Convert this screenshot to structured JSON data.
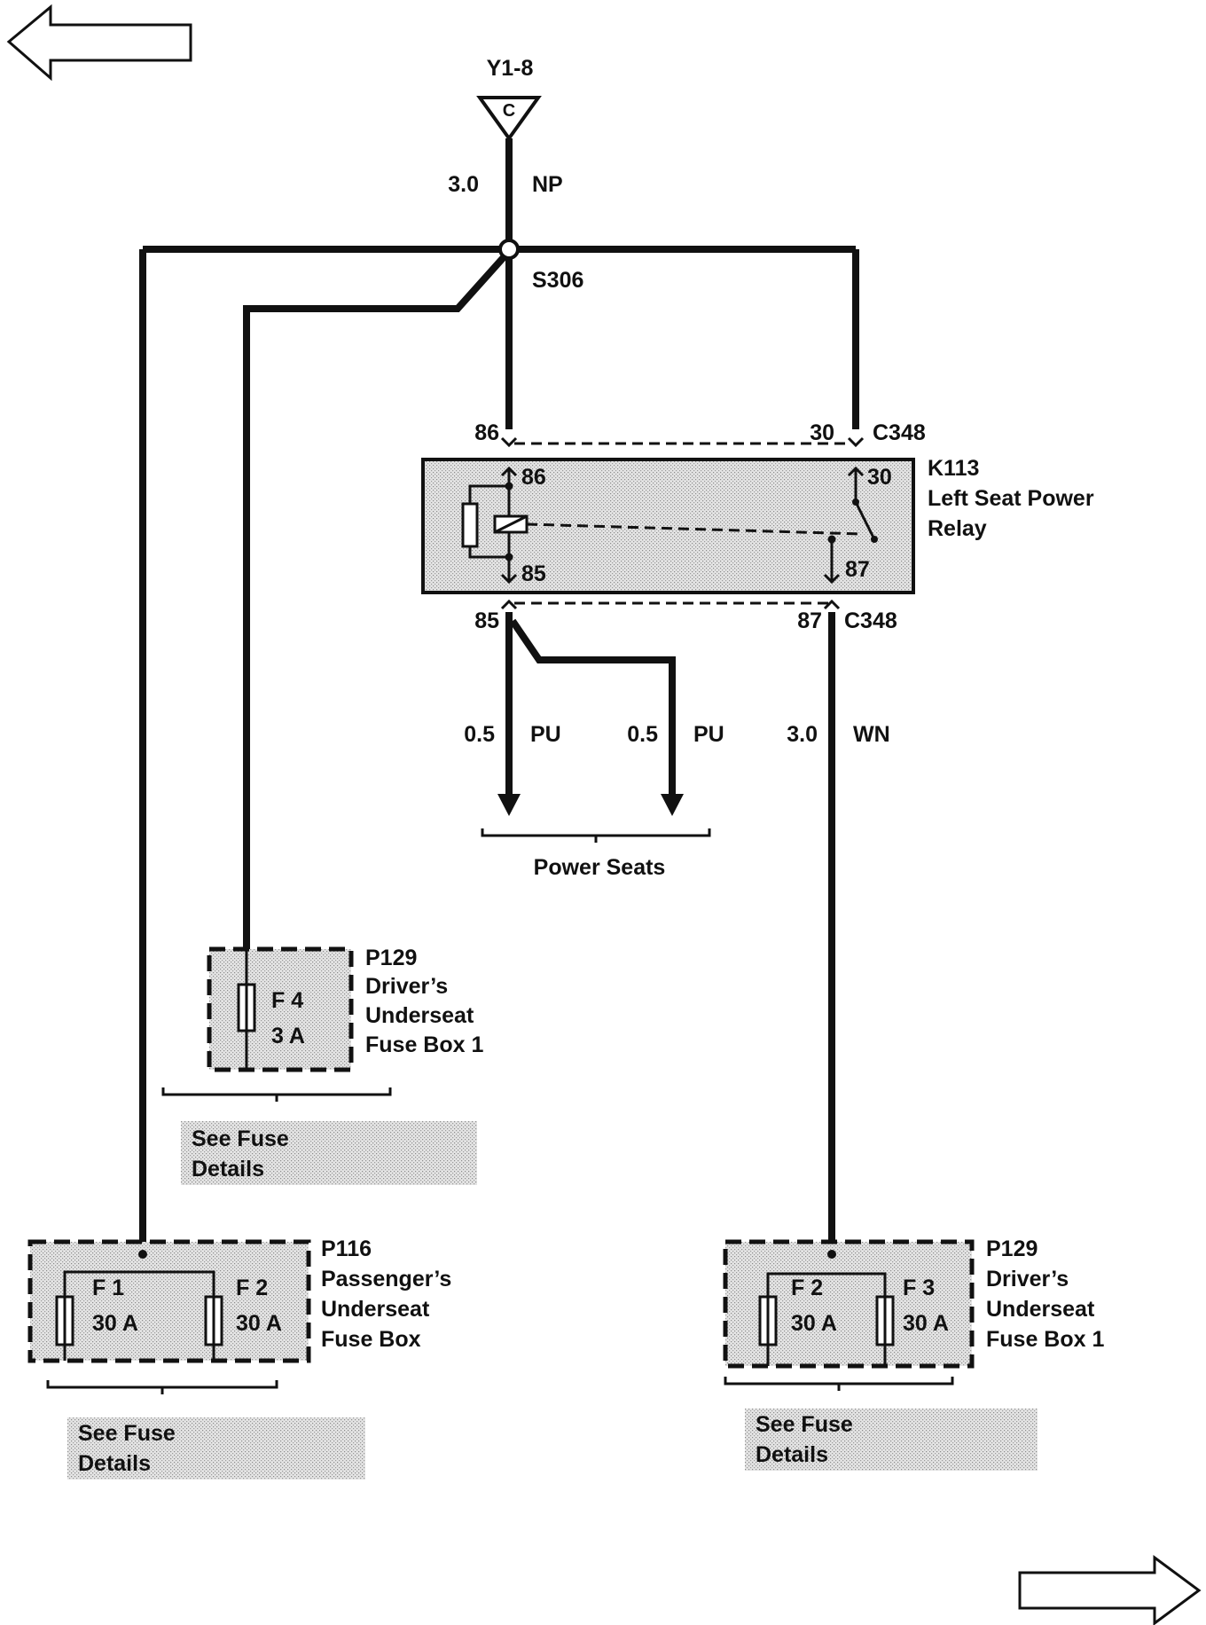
{
  "nav": {
    "back_arrow": "previous-page",
    "forward_arrow": "next-page"
  },
  "connector_top": {
    "id": "Y1-8",
    "pin": "C"
  },
  "feed_wire": {
    "size": "3.0",
    "color": "NP"
  },
  "splice": "S306",
  "relay": {
    "id": "K113",
    "name_line1": "Left Seat Power",
    "name_line2": "Relay",
    "connector": "C348",
    "pins": {
      "p86": "86",
      "p85": "85",
      "p30": "30",
      "p87": "87"
    }
  },
  "out_wires": [
    {
      "size": "0.5",
      "color": "PU"
    },
    {
      "size": "0.5",
      "color": "PU"
    },
    {
      "size": "3.0",
      "color": "WN"
    }
  ],
  "power_seats_label": "Power Seats",
  "fusebox_p129_top": {
    "id": "P129",
    "line1": "Driver’s",
    "line2": "Underseat",
    "line3": "Fuse Box 1",
    "fuse": "F 4",
    "rating": "3 A"
  },
  "fusebox_p116": {
    "id": "P116",
    "line1": "Passenger’s",
    "line2": "Underseat",
    "line3": "Fuse Box",
    "fuses": [
      {
        "name": "F 1",
        "rating": "30 A"
      },
      {
        "name": "F 2",
        "rating": "30 A"
      }
    ]
  },
  "fusebox_p129_bottom": {
    "id": "P129",
    "line1": "Driver’s",
    "line2": "Underseat",
    "line3": "Fuse Box 1",
    "fuses": [
      {
        "name": "F 2",
        "rating": "30 A"
      },
      {
        "name": "F 3",
        "rating": "30 A"
      }
    ]
  },
  "see_fuse_details": {
    "line1": "See Fuse",
    "line2": "Details"
  }
}
